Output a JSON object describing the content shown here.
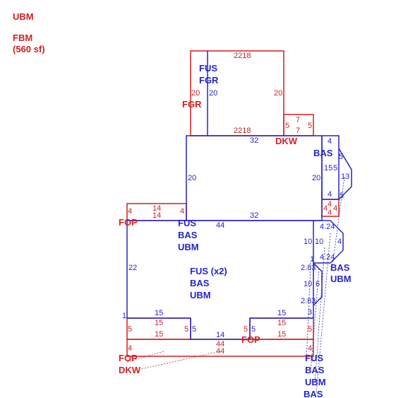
{
  "legend": {
    "line1": "UBM",
    "line2": "FBM",
    "line3": "(560 sf)"
  },
  "colors": {
    "blue": "#2424c8",
    "red": "#d31f1f"
  },
  "labels": {
    "fus_fgr_1": "FUS",
    "fus_fgr_2": "FGR",
    "fgr": "FGR",
    "dkw_top": "DKW",
    "bas_right": "BAS",
    "fop_left": "FOP",
    "fus_mid_1": "FUS",
    "fus_mid_2": "BAS",
    "fus_mid_3": "UBM",
    "fus2_1": "FUS (x2)",
    "fus2_2": "BAS",
    "fus2_3": "UBM",
    "bas_ubm_1": "BAS",
    "bas_ubm_2": "UBM",
    "fop_bottom": "FOP",
    "fop_low": "FOP",
    "dkw_low": "DKW",
    "bottom_1": "FUS",
    "bottom_2": "BAS",
    "bottom_3": "UBM",
    "bottom_4": "BAS"
  },
  "dims": {
    "d1": "2218",
    "d2": "20",
    "d3": "20",
    "d4": "20",
    "d5": "2218",
    "d6": "7",
    "d7": "5",
    "d8": "7",
    "d9": "5",
    "d10": "32",
    "d11": "20",
    "d12": "20",
    "d13": "32",
    "d14": "4",
    "d15": "15",
    "d16": "5",
    "d17": "5",
    "d18": "13",
    "d19": "4",
    "d20": "5",
    "d21": "4",
    "d22": "4",
    "d23": "4",
    "d24": "4",
    "d25": "4",
    "d26": "14",
    "d27": "14",
    "d28": "4",
    "d29": "44",
    "d30": "22",
    "d31": "4.24",
    "d32": "10",
    "d33": "10",
    "d34": "4",
    "d35": "4.24",
    "d36": "1",
    "d37": "2.83",
    "d38": "10",
    "d39": "6",
    "d40": "2.83",
    "d41": "3",
    "d42": "1",
    "d43": "15",
    "d44": "15",
    "d45": "5",
    "d46": "15",
    "d47": "5",
    "d48": "5",
    "d49": "14",
    "d50": "5",
    "d51": "5",
    "d52": "15",
    "d53": "15",
    "d54": "15",
    "d55": "5",
    "d56": "4",
    "d57": "44",
    "d58": "44",
    "d59": "4",
    "d60": "1"
  }
}
